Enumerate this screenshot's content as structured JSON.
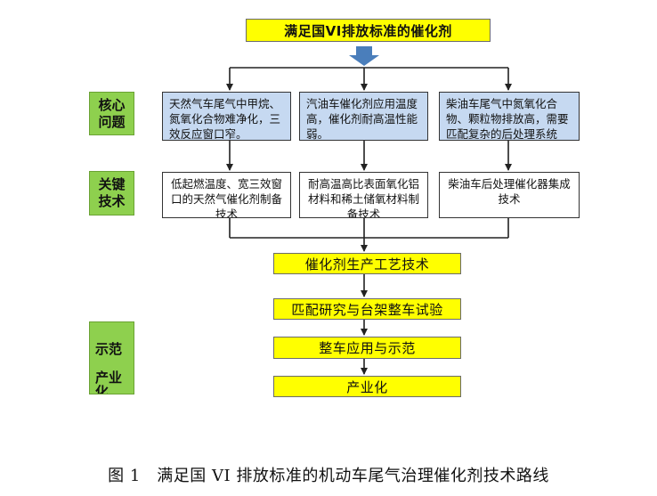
{
  "title": "满足国VI排放标准的催化剂",
  "side_labels": {
    "core_issue": "核心\n问题",
    "key_tech": "关键\n技术",
    "demo_industrialization": "示范\n\n产业\n化"
  },
  "core_issues": [
    "天然气车尾气中甲烷、氮氧化合物难净化，三效反应窗口窄。",
    "汽油车催化剂应用温度高，催化剂耐高温性能弱。",
    "柴油车尾气中氮氧化合物、颗粒物排放高，需要匹配复杂的后处理系统"
  ],
  "key_techs": [
    "低起燃温度、宽三效窗口的天然气催化剂制备技术",
    "耐高温高比表面氧化铝材料和稀土储氧材料制备技术",
    "柴油车后处理催化器集成技术"
  ],
  "steps": [
    "催化剂生产工艺技术",
    "匹配研究与台架整车试验",
    "整车应用与示范",
    "产业化"
  ],
  "caption": "图 1　满足国 VI 排放标准的机动车尾气治理催化剂技术路线",
  "colors": {
    "yellow": "#ffff00",
    "light_blue": "#c6d9f1",
    "green": "#8ed04e",
    "arrow_blue": "#4a7ebb"
  }
}
